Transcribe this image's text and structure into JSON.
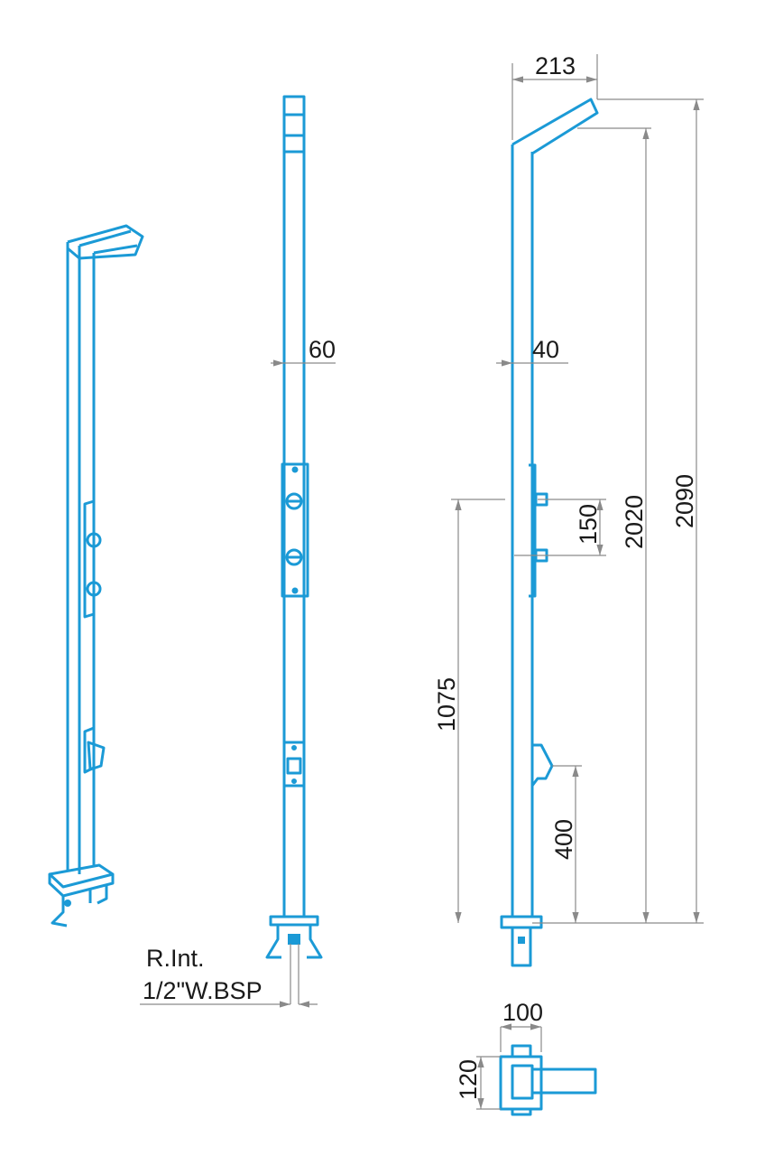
{
  "colors": {
    "line": "#1b9ad6",
    "dimension": "#8a8a8a"
  },
  "dimensions": {
    "arm_reach": "213",
    "total_height": "2090",
    "head_height": "2020",
    "valve_spacing": "150",
    "valve_height": "1075",
    "foot_shower_height": "400",
    "side_width": "40",
    "front_width": "60",
    "base_width": "100",
    "base_depth": "120"
  },
  "connection": {
    "line1": "R.Int.",
    "line2": "1/2\"W.BSP"
  }
}
